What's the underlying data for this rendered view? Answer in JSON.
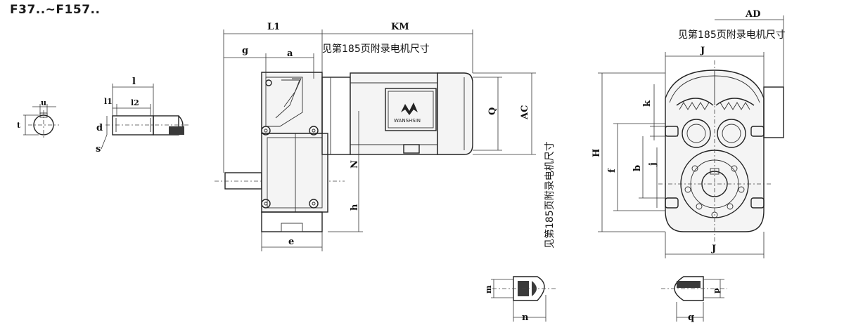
{
  "title": "F37..~F157..",
  "notes": {
    "motor_dim_top": "见第185页附录电机尺寸",
    "motor_dim_side": "见第185页附录电机尺寸",
    "motor_dim_right": "见第185页附录电机尺寸"
  },
  "logo_text": "WANSHSIN",
  "labels": {
    "u": "u",
    "t": "t",
    "l": "l",
    "l1": "l1",
    "l2": "l2",
    "d": "d",
    "s": "s",
    "L1": "L1",
    "KM": "KM",
    "g": "g",
    "a": "a",
    "N": "N",
    "h": "h",
    "e": "e",
    "Q": "Q",
    "AC": "AC",
    "AD": "AD",
    "J_top": "J",
    "J_bottom": "J",
    "k": "k",
    "H": "H",
    "f": "f",
    "b": "b",
    "j": "j",
    "m": "m",
    "n": "n",
    "p": "p",
    "q": "q"
  }
}
